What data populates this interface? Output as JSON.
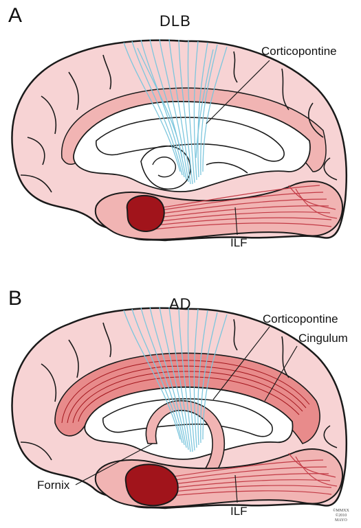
{
  "figure": {
    "panel_a": {
      "letter": "A",
      "title": "DLB",
      "labels": {
        "corticopontine": "Corticopontine",
        "ilf": "ILF"
      }
    },
    "panel_b": {
      "letter": "B",
      "title": "AD",
      "labels": {
        "corticopontine": "Corticopontine",
        "cingulum": "Cingulum",
        "fornix": "Fornix",
        "ilf": "ILF"
      }
    },
    "copyright": {
      "line1": "©MMXX",
      "line2": "©2010",
      "line3": "MAYO"
    }
  },
  "colors": {
    "cortex_light": "#f7d3d4",
    "cortex_mid": "#f1b4b3",
    "outline": "#1a1a1a",
    "corticopontine_fibers": "#7cc6dd",
    "ilf_fibers": "#c23a45",
    "cingulum_fill": "#e88b8b",
    "amygdala_hippocampus": "#a1141b",
    "background": "#ffffff"
  }
}
